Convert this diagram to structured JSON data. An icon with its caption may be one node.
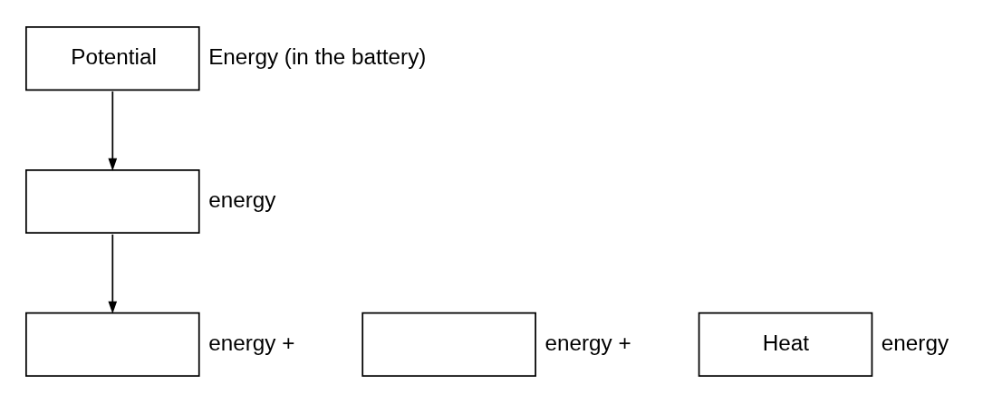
{
  "diagram": {
    "nodes": [
      {
        "text": [
          "Potential"
        ],
        "beside": [
          "Energy (in the battery)"
        ]
      },
      {
        "text": [],
        "shape": "box",
        "beside": [
          "energy"
        ]
      },
      {
        "text": [],
        "shape": "box",
        "beside": [
          "energy +"
        ]
      },
      {
        "text": [],
        "shape": "box",
        "beside": [
          "energy +"
        ]
      },
      {
        "text": [
          "Heat"
        ],
        "beside": [
          "energy"
        ]
      }
    ],
    "edges": [
      {
        "from": 0,
        "to": 1,
        "arrow": "to"
      },
      {
        "from": 1,
        "to": 2,
        "arrow": "to"
      }
    ]
  }
}
